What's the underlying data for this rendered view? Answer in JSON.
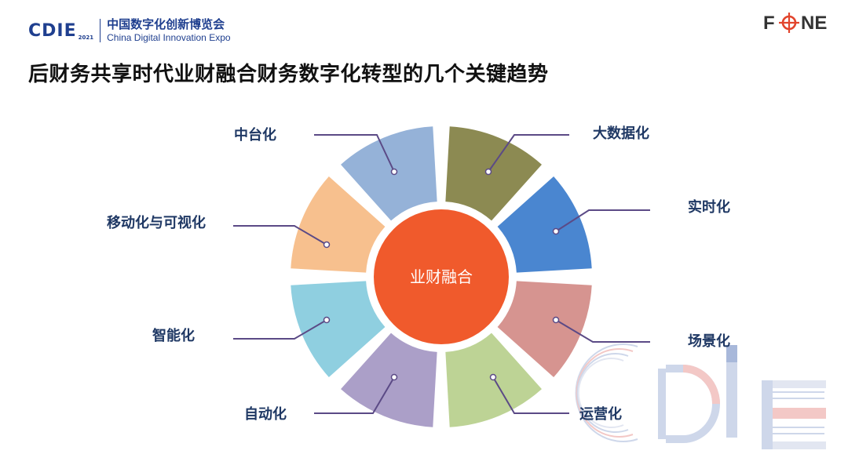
{
  "header": {
    "logo_mark": "CDIE",
    "logo_year": "2021",
    "expo_cn": "中国数字化创新博览会",
    "expo_en": "China Digital Innovation Expo",
    "brand_right": "F NE"
  },
  "page": {
    "title": "后财务共享时代业财融合财务数字化转型的几个关键趋势"
  },
  "diagram": {
    "center": {
      "label": "业财融合",
      "color": "#f05a2c"
    },
    "segments": [
      {
        "label": "大数据化",
        "color": "#8c8a52"
      },
      {
        "label": "实时化",
        "color": "#4a86d0"
      },
      {
        "label": "场景化",
        "color": "#d69490"
      },
      {
        "label": "运营化",
        "color": "#bdd395"
      },
      {
        "label": "自动化",
        "color": "#ab9fc8"
      },
      {
        "label": "智能化",
        "color": "#8fcfe0"
      },
      {
        "label": "移动化与可视化",
        "color": "#f7c08e"
      },
      {
        "label": "中台化",
        "color": "#95b2d8"
      }
    ],
    "leader_color": "#5b4a86"
  }
}
